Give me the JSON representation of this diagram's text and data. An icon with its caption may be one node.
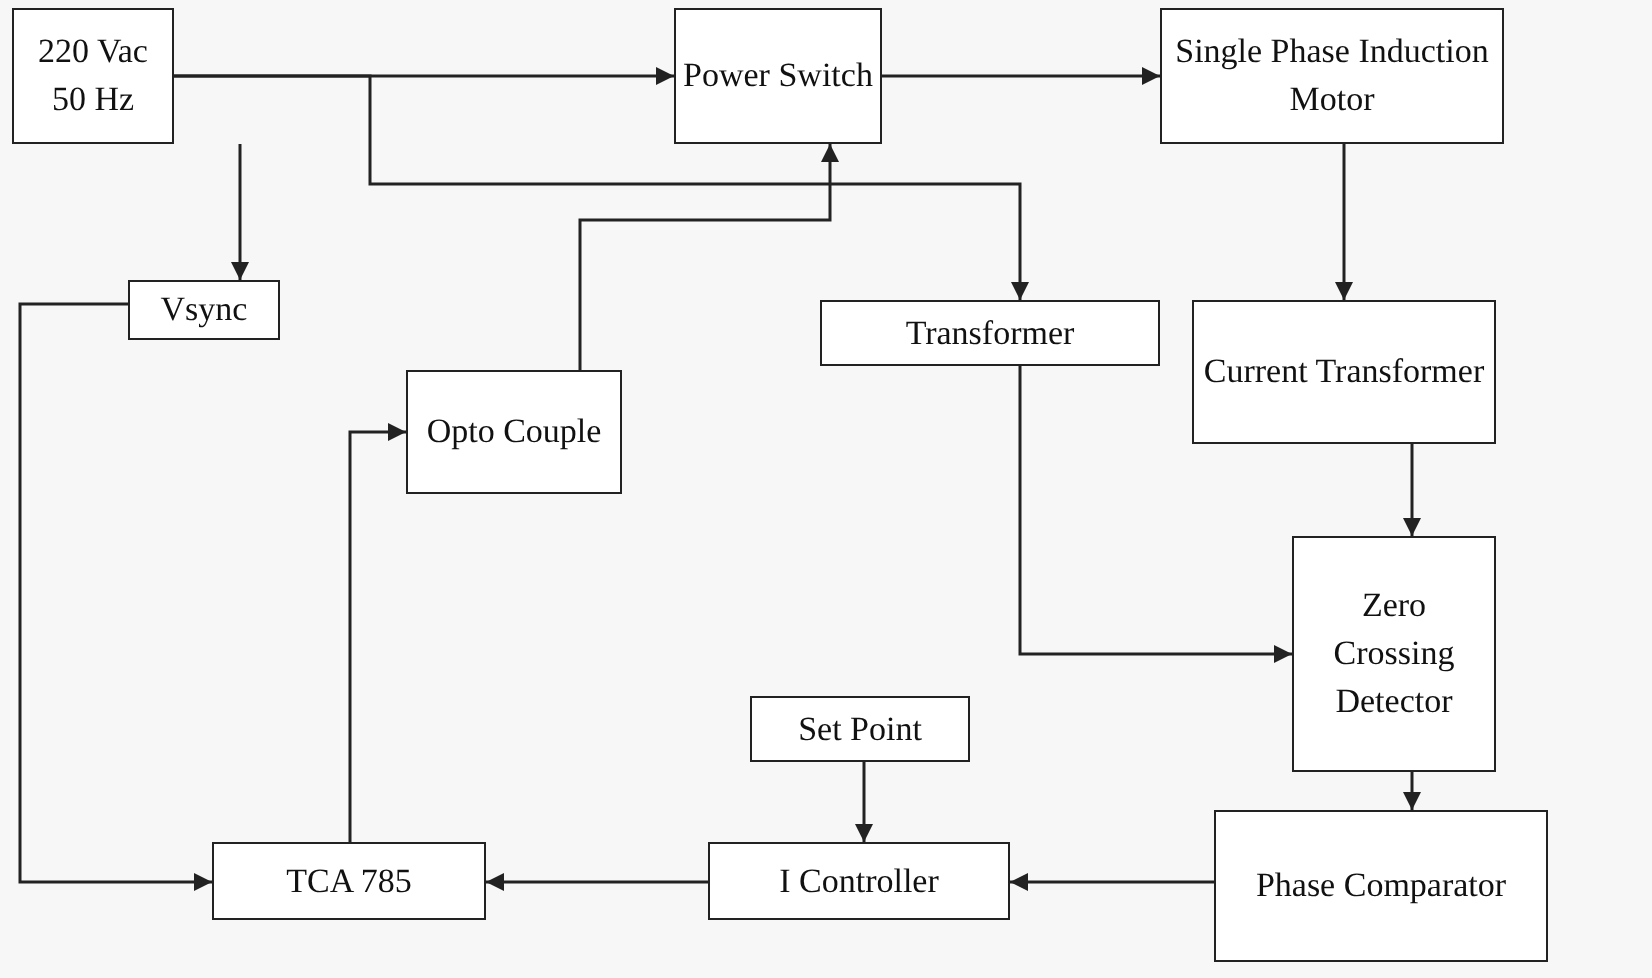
{
  "diagram": {
    "nodes": [
      {
        "text": [
          "220 Vac 50 Hz"
        ]
      },
      {
        "text": [
          "Power Switch"
        ]
      },
      {
        "text": [
          "Single Phase Induction Motor"
        ]
      },
      {
        "text": [
          "Vsync"
        ]
      },
      {
        "text": [
          "Transformer"
        ]
      },
      {
        "text": [
          "Current Transformer"
        ]
      },
      {
        "text": [
          "Opto Couple"
        ]
      },
      {
        "text": [
          "Zero Crossing Detector"
        ]
      },
      {
        "text": [
          "Set Point"
        ]
      },
      {
        "text": [
          "TCA 785"
        ]
      },
      {
        "text": [
          "I Controller"
        ]
      },
      {
        "text": [
          "Phase Comparator"
        ]
      }
    ],
    "edges": [
      {
        "from": 0,
        "to": 1,
        "arrow": "to"
      },
      {
        "from": 1,
        "to": 2,
        "arrow": "to"
      },
      {
        "from": 0,
        "to": 3,
        "arrow": "to"
      },
      {
        "from": 0,
        "to": 4,
        "arrow": "to"
      },
      {
        "from": 6,
        "to": 1,
        "arrow": "to"
      },
      {
        "from": 2,
        "to": 5,
        "arrow": "to"
      },
      {
        "from": 5,
        "to": 7,
        "arrow": "to"
      },
      {
        "from": 4,
        "to": 7,
        "arrow": "to"
      },
      {
        "from": 7,
        "to": 11,
        "arrow": "to"
      },
      {
        "from": 11,
        "to": 10,
        "arrow": "to"
      },
      {
        "from": 8,
        "to": 10,
        "arrow": "to"
      },
      {
        "from": 10,
        "to": 9,
        "arrow": "to"
      },
      {
        "from": 3,
        "to": 9,
        "arrow": "to"
      },
      {
        "from": 9,
        "to": 6,
        "arrow": "to"
      }
    ]
  }
}
